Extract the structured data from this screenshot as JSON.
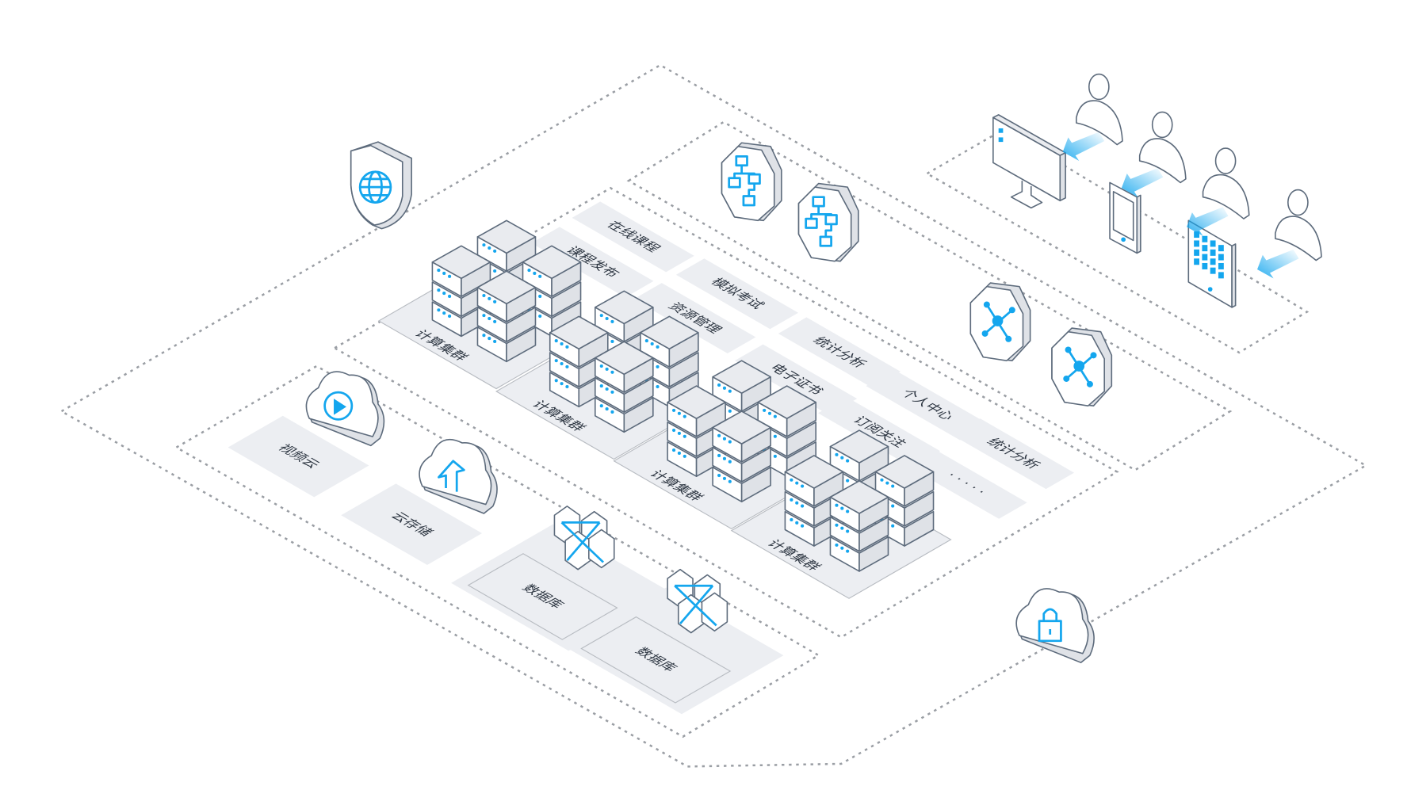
{
  "services": {
    "online_courses": "在线课程",
    "course_publish": "课程发布",
    "mock_exam": "模拟考试",
    "resource_mgmt": "资源管理",
    "statistics_1": "统计分析",
    "e_certificate": "电子证书",
    "personal_center": "个人中心",
    "subscribe": "订阅关注",
    "statistics_2": "统计分析",
    "more": "· · · · ·"
  },
  "clusters": [
    "计算集群",
    "计算集群",
    "计算集群",
    "计算集群"
  ],
  "storage": {
    "video_cloud": "视频云",
    "cloud_storage": "云存储",
    "database_1": "数据库",
    "database_2": "数据库"
  },
  "colors": {
    "accent": "#14a6ee",
    "tile": "#eceef2",
    "outline": "#5d6b7c",
    "dash": "#9a9ea4"
  },
  "icons": [
    "shield-globe-icon",
    "network-hex-icon",
    "hub-hex-icon",
    "cloud-play-icon",
    "cloud-upload-icon",
    "database-hex-icon",
    "cloud-lock-icon",
    "monitor-icon",
    "phone-icon",
    "tablet-icon",
    "user-icon",
    "server-icon"
  ]
}
